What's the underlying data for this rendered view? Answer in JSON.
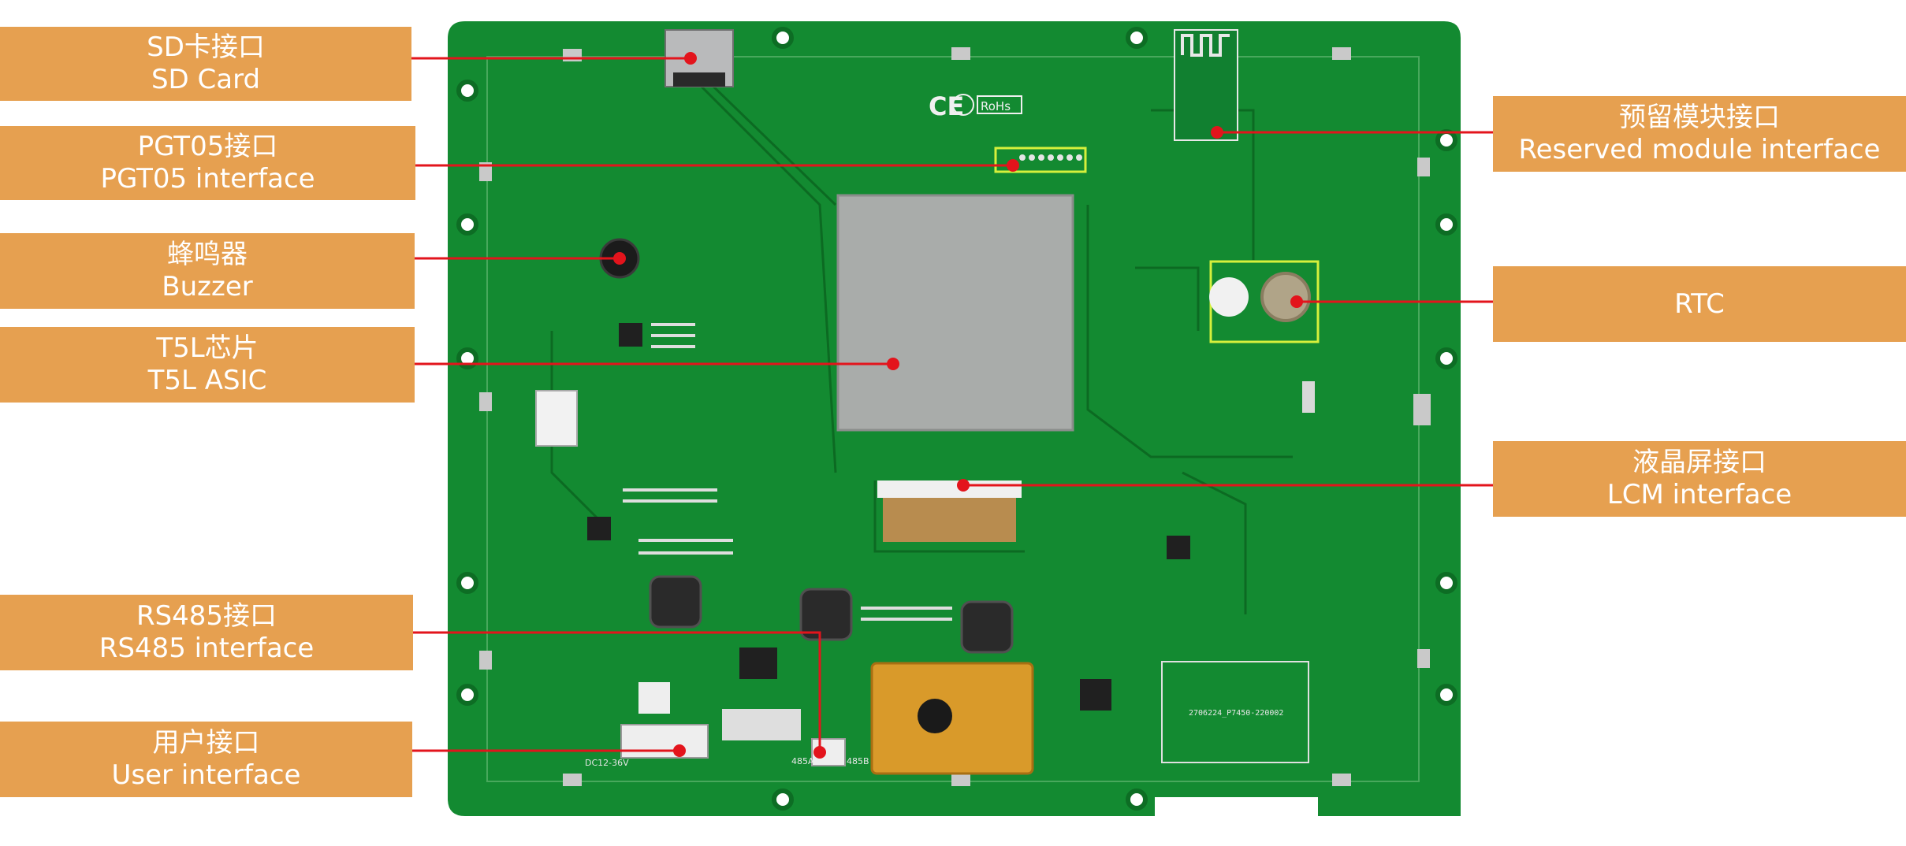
{
  "colors": {
    "pcb": "#138a31",
    "pcb_dark": "#0d6d24",
    "callout_bg": "#e6a050",
    "callout_text": "#ffffff",
    "leader_line": "#e3141c",
    "highlight_box": "#d6f03c",
    "shield": "#a9acaa"
  },
  "board_markings": {
    "ce": "CE",
    "rohs": "RoHs",
    "power_pin": "DC12-36V",
    "rs485_a": "485A",
    "rs485_b": "485B",
    "board_code": "2706224_P7450-220002"
  },
  "callouts": [
    {
      "id": "sd",
      "zh": "SD卡接口",
      "en": "SD Card"
    },
    {
      "id": "pgt05",
      "zh": "PGT05接口",
      "en": "PGT05 interface"
    },
    {
      "id": "buzzer",
      "zh": "蜂鸣器",
      "en": "Buzzer"
    },
    {
      "id": "t5l",
      "zh": "T5L芯片",
      "en": "T5L ASIC"
    },
    {
      "id": "rs485",
      "zh": "RS485接口",
      "en": "RS485 interface"
    },
    {
      "id": "user",
      "zh": "用户接口",
      "en": "User interface"
    },
    {
      "id": "reserved",
      "zh": "预留模块接口",
      "en": "Reserved module interface"
    },
    {
      "id": "rtc",
      "zh": "",
      "en": "RTC"
    },
    {
      "id": "lcm",
      "zh": "液晶屏接口",
      "en": "LCM interface"
    }
  ]
}
